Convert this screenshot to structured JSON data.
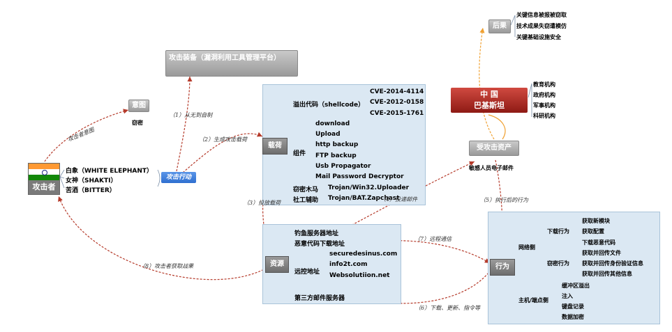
{
  "nodes": {
    "attacker": "攻击者",
    "attacker_aliases": [
      "白象（WHITE ELEPHANT）",
      "女神（SHAKTI）",
      "苦酒（BITTER）"
    ],
    "attack_action": "攻击行动",
    "intent": "意图",
    "intent_child": "窃密",
    "equipment": "攻击装备（漏洞利用工具管理平台）",
    "payload": "载荷",
    "overflow_code": "溢出代码（shellcode）",
    "cves": [
      "CVE-2014-4114",
      "CVE-2012-0158",
      "CVE-2015-1761"
    ],
    "component": "组件",
    "components": [
      "download",
      "Upload",
      "http backup",
      "FTP backup",
      "Usb  Propagator",
      "Mail Password Decryptor"
    ],
    "trojan_label": "窃密木马",
    "trojan_value": "Trojan/Win32.Uploader",
    "social_label": "社工辅助",
    "social_value": "Trojan/BAT.Zapchast",
    "china_pakistan": [
      "中  国",
      "巴基斯坦"
    ],
    "consequence": "后果",
    "consequences": [
      "关键信息被报被窃取",
      "技术成果失窃遭模仿",
      "关键基础设施安全"
    ],
    "targets": [
      "教育机构",
      "政府机构",
      "军事机构",
      "科研机构"
    ],
    "victim_asset": "受攻击资产",
    "victim_child": "敏感人员电子邮件",
    "resource": "资源",
    "resource_items": [
      "钓鱼服务器地址",
      "恶意代码下载地址",
      "远控地址",
      "第三方邮件服务器"
    ],
    "c2_domains": [
      "securedesinus.com",
      "info2t.com",
      "Websolutiion.net"
    ],
    "behavior": "行为",
    "network_side": "网络侧",
    "download_behavior": "下载行为",
    "download_items": [
      "获取新模块",
      "获取配置",
      "下载恶意代码"
    ],
    "steal_behavior": "窃密行为",
    "steal_items": [
      "获取并回传文件",
      "获取并回传身份验证信息",
      "获取并回传其他信息"
    ],
    "host_side": "主机/端点侧",
    "host_items": [
      "缓冲区溢出",
      "注入",
      "键盘记录",
      "数据加密"
    ]
  },
  "annotations": {
    "a1": "（1）从无到自制",
    "a2": "（2）生成攻击载荷",
    "a3": "（3）投放载荷",
    "a4": "（4）投递邮件",
    "a5": "（5）执行后的行为",
    "a6": "（6）下载、更新、指令等",
    "a7": "（7）远程通信",
    "a8": "（8）攻击者获取战果",
    "intent_line": "攻击者意图"
  },
  "colors": {
    "panel": "#dbe8f3",
    "arrow": "#b53a2a",
    "blue_node": "#2f6fd0",
    "red_node": "#a8201c",
    "orange_line": "#f0a030"
  }
}
